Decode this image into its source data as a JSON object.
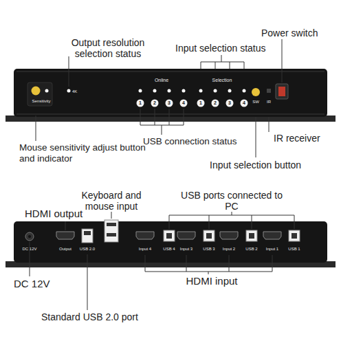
{
  "diagram": {
    "labels": [
      "Output resolution selection status",
      "Input selection status",
      "Power switch",
      "Online",
      "Selection",
      "Sensitivity",
      "4K",
      "1",
      "2",
      "3",
      "4",
      "1",
      "2",
      "3",
      "4",
      "SW",
      "IR",
      "Mouse sensitivity adjust button and indicator",
      "USB connection status",
      "IR receiver",
      "Input selection button",
      "Keyboard and mouse input",
      "USB ports connected to PC",
      "HDMI output",
      "DC 12V",
      "Output",
      "USB 2.0",
      "Input 4",
      "USB 4",
      "Input 3",
      "USB 3",
      "Input 2",
      "USB 2",
      "Input 1",
      "USB 1",
      "DC 12V",
      "HDMI input",
      "Standard USB 2.0 port"
    ]
  }
}
